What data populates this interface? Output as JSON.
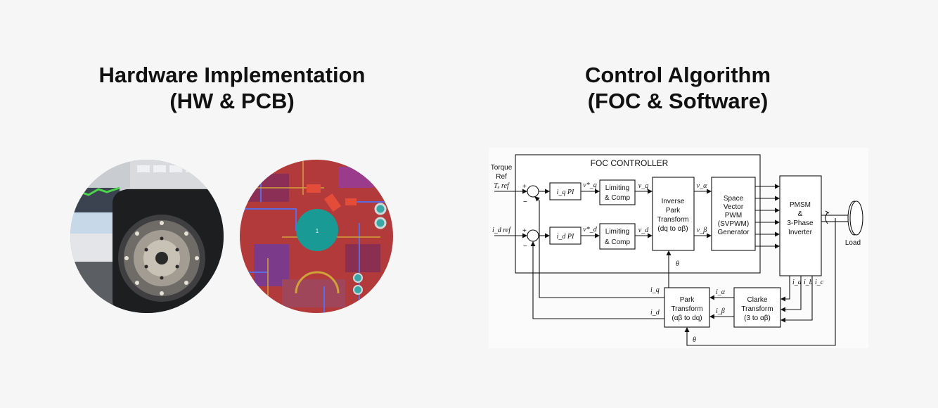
{
  "hardware": {
    "title_line1": "Hardware Implementation",
    "title_line2": "(HW & PCB)",
    "pcb_label": "1"
  },
  "control": {
    "title_line1": "Control Algorithm",
    "title_line2": "(FOC & Software)"
  },
  "diagram": {
    "controller_label": "FOC CONTROLLER",
    "torque_ref_line1": "Torque",
    "torque_ref_line2": "Ref",
    "torque_ref_symbol": "Tₑ ref",
    "id_ref_symbol": "i_d ref",
    "plus": "+",
    "minus": "−",
    "iq_pi": "i_q PI",
    "id_pi": "i_d PI",
    "vq_star": "v*_q",
    "vd_star": "v*_d",
    "limiting_line1": "Limiting",
    "limiting_line2": "& Comp",
    "vq": "v_q",
    "vd": "v_d",
    "inverse_park_line1": "Inverse",
    "inverse_park_line2": "Park",
    "inverse_park_line3": "Transform",
    "inverse_park_line4": "(dq to αβ)",
    "v_alpha": "v_α",
    "v_beta": "v_β",
    "svpwm_line1": "Space",
    "svpwm_line2": "Vector",
    "svpwm_line3": "PWM",
    "svpwm_line4": "(SVPWM)",
    "svpwm_line5": "Generator",
    "pmsm_line1": "PMSM",
    "pmsm_line2": "&",
    "pmsm_line3": "3-Phase",
    "pmsm_line4": "Inverter",
    "load": "Load",
    "theta": "θ",
    "park_line1": "Park",
    "park_line2": "Transform",
    "park_line3": "(αβ to dq)",
    "clarke_line1": "Clarke",
    "clarke_line2": "Transform",
    "clarke_line3": "(3 to αβ)",
    "iq": "i_q",
    "id": "i_d",
    "i_alpha": "i_α",
    "i_beta": "i_β",
    "ia": "i_a",
    "ib": "i_b",
    "ic": "i_c"
  }
}
